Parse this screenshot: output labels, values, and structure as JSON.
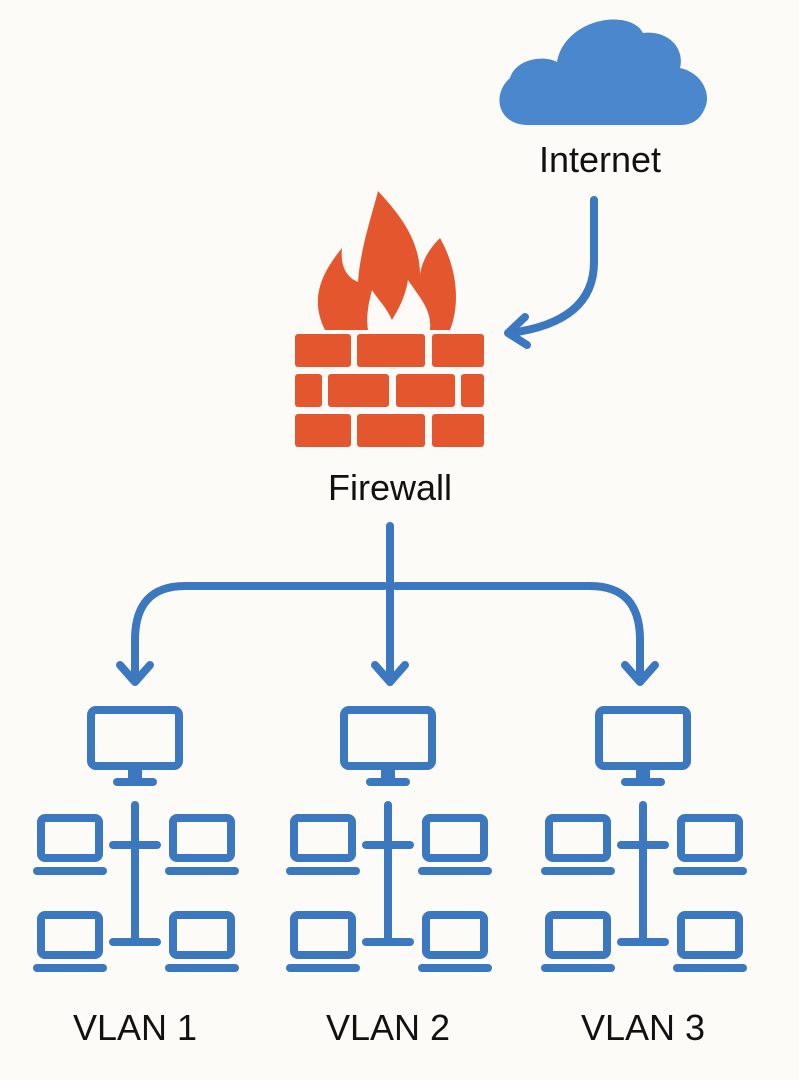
{
  "diagram": {
    "title": "Network segmentation with firewall and VLANs",
    "colors": {
      "background": "#fdfbf7",
      "accent_blue": "#3b78c0",
      "cloud_blue": "#4b87cc",
      "firewall_orange": "#e4572e",
      "text": "#111111"
    },
    "nodes": {
      "internet": {
        "label": "Internet",
        "icon": "cloud-icon"
      },
      "firewall": {
        "label": "Firewall",
        "icon": "firewall-icon"
      },
      "vlans": [
        {
          "label": "VLAN 1",
          "icon": "network-icon",
          "devices": [
            "monitor",
            "laptop",
            "laptop",
            "laptop",
            "laptop"
          ]
        },
        {
          "label": "VLAN 2",
          "icon": "network-icon",
          "devices": [
            "monitor",
            "laptop",
            "laptop",
            "laptop",
            "laptop"
          ]
        },
        {
          "label": "VLAN 3",
          "icon": "network-icon",
          "devices": [
            "monitor",
            "laptop",
            "laptop",
            "laptop",
            "laptop"
          ]
        }
      ]
    },
    "edges": [
      {
        "from": "Internet",
        "to": "Firewall"
      },
      {
        "from": "Firewall",
        "to": "VLAN 1"
      },
      {
        "from": "Firewall",
        "to": "VLAN 2"
      },
      {
        "from": "Firewall",
        "to": "VLAN 3"
      }
    ]
  }
}
